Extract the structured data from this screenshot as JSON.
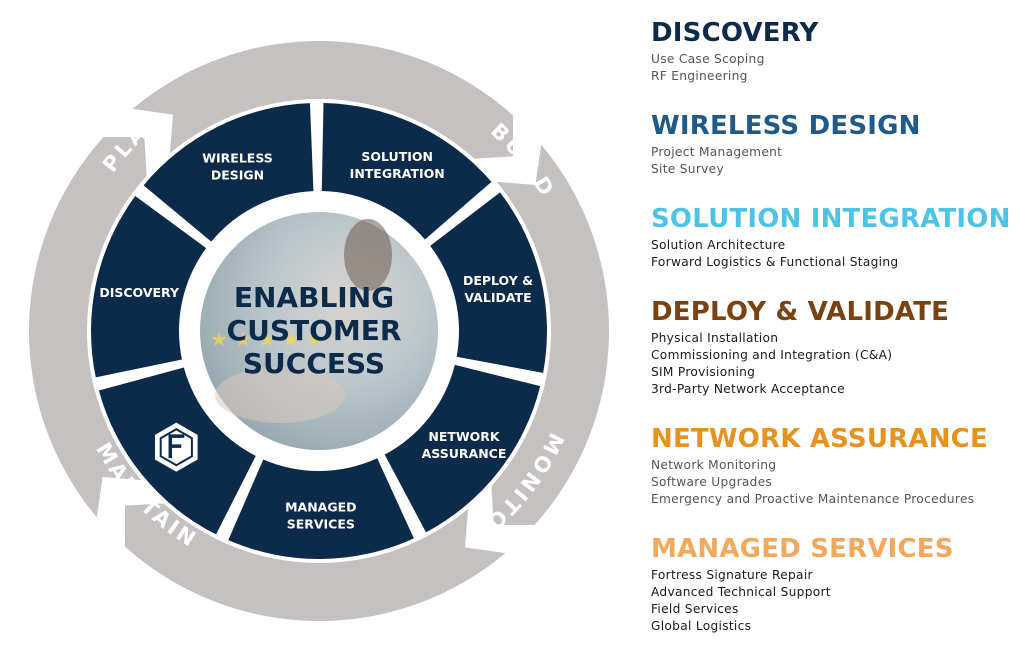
{
  "colors": {
    "navy": "#0c2a4a",
    "ring_gray": "#c4c1c0",
    "ring_text": "#ffffff",
    "discovery": "#0c2a4a",
    "wireless_design": "#1f5a8a",
    "solution_integration": "#4ec4e4",
    "deploy_validate": "#7a4210",
    "network_assurance": "#e8921e",
    "managed_services": "#f2a95c",
    "desc_dark": "#1a1a1a",
    "desc_gray": "#555555"
  },
  "outer_ring": [
    "PLAN",
    "BUILD",
    "MONITOR",
    "MAINTAIN"
  ],
  "wheel": {
    "segments": [
      [
        "WIRELESS",
        "DESIGN"
      ],
      [
        "SOLUTION",
        "INTEGRATION"
      ],
      [
        "DEPLOY &",
        "VALIDATE"
      ],
      [
        "NETWORK",
        "ASSURANCE"
      ],
      [
        "MANAGED",
        "SERVICES"
      ],
      [
        "F-LOGO"
      ],
      [
        "DISCOVERY"
      ]
    ],
    "center": [
      "ENABLING",
      "CUSTOMER",
      "SUCCESS"
    ]
  },
  "sections": [
    {
      "title": "DISCOVERY",
      "color_key": "discovery",
      "desc_color": "desc_gray",
      "items": [
        "Use Case Scoping",
        "RF Engineering"
      ]
    },
    {
      "title": "WIRELESS DESIGN",
      "color_key": "wireless_design",
      "desc_color": "desc_gray",
      "items": [
        "Project Management",
        "Site Survey"
      ]
    },
    {
      "title": "SOLUTION INTEGRATION",
      "color_key": "solution_integration",
      "desc_color": "desc_dark",
      "items": [
        "Solution Architecture",
        "Forward Logistics & Functional Staging"
      ]
    },
    {
      "title": "DEPLOY & VALIDATE",
      "color_key": "deploy_validate",
      "desc_color": "desc_dark",
      "items": [
        "Physical Installation",
        "Commissioning and Integration (C&A)",
        "SIM Provisioning",
        "3rd-Party Network Acceptance"
      ]
    },
    {
      "title": "NETWORK ASSURANCE",
      "color_key": "network_assurance",
      "desc_color": "desc_gray",
      "items": [
        "Network Monitoring",
        "Software Upgrades",
        "Emergency and Proactive Maintenance Procedures"
      ]
    },
    {
      "title": "MANAGED SERVICES",
      "color_key": "managed_services",
      "desc_color": "desc_dark",
      "items": [
        "Fortress Signature Repair",
        "Advanced Technical Support",
        "Field Services",
        "Global Logistics"
      ]
    }
  ]
}
